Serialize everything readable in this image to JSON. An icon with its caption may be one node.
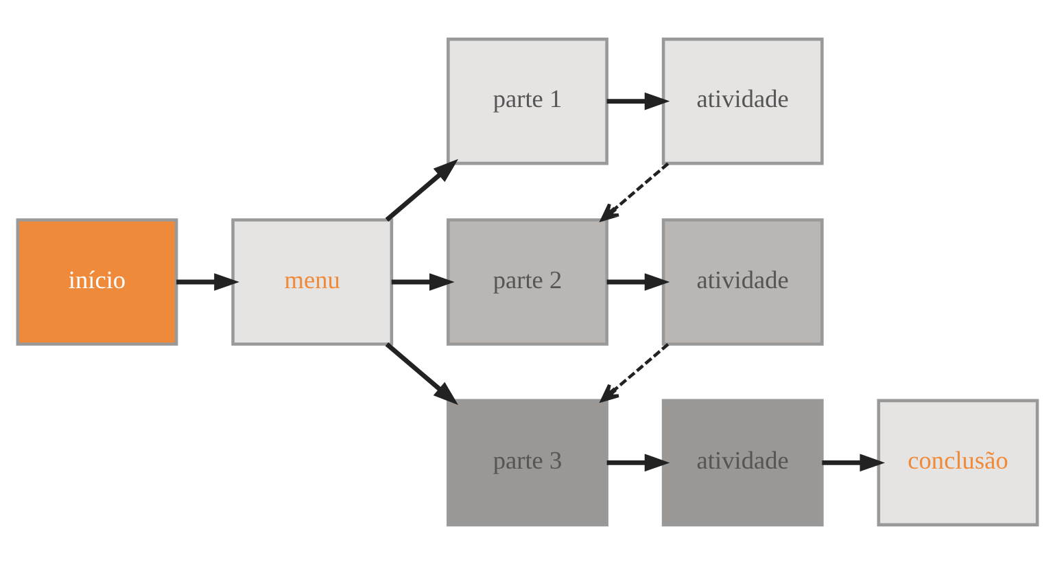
{
  "diagram": {
    "nodes": [
      {
        "text": [
          "início"
        ]
      },
      {
        "text": [
          "menu"
        ]
      },
      {
        "text": [
          "parte 1"
        ]
      },
      {
        "text": [
          "atividade"
        ]
      },
      {
        "text": [
          "parte 2"
        ]
      },
      {
        "text": [
          "atividade"
        ]
      },
      {
        "text": [
          "parte 3"
        ]
      },
      {
        "text": [
          "atividade"
        ]
      },
      {
        "text": [
          "conclusão"
        ]
      }
    ],
    "edges": [
      {
        "from": 0,
        "to": 1,
        "arrow": "to"
      },
      {
        "from": 1,
        "to": 2,
        "arrow": "to"
      },
      {
        "from": 1,
        "to": 4,
        "arrow": "to"
      },
      {
        "from": 1,
        "to": 6,
        "arrow": "to"
      },
      {
        "from": 2,
        "to": 3,
        "arrow": "to"
      },
      {
        "from": 3,
        "to": 4,
        "arrow": "to",
        "style": "dashed"
      },
      {
        "from": 4,
        "to": 5,
        "arrow": "to"
      },
      {
        "from": 5,
        "to": 6,
        "arrow": "to",
        "style": "dashed"
      },
      {
        "from": 6,
        "to": 7,
        "arrow": "to"
      },
      {
        "from": 7,
        "to": 8,
        "arrow": "to"
      }
    ]
  }
}
